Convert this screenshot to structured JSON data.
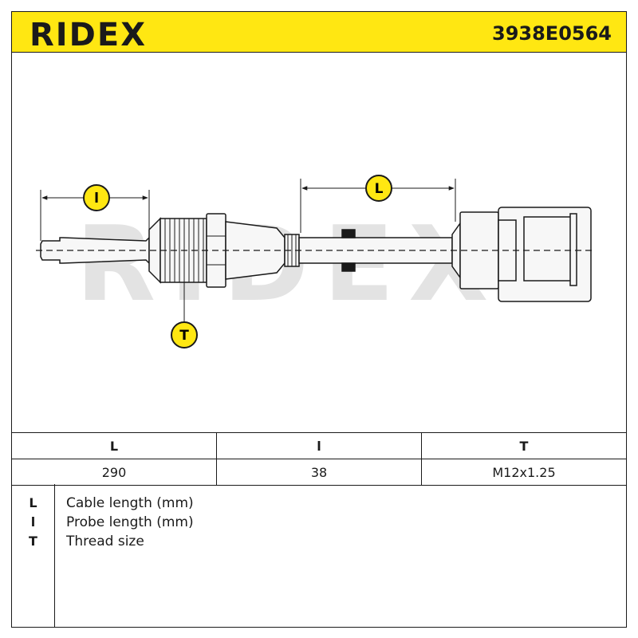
{
  "header": {
    "brand": "RIDEX",
    "part_number": "3938E0564"
  },
  "drawing": {
    "watermark": "RIDEX",
    "markers": {
      "probe": "l",
      "cable": "L",
      "thread": "T"
    }
  },
  "dimensions": {
    "columns": [
      "L",
      "l",
      "T"
    ],
    "values": [
      "290",
      "38",
      "M12x1.25"
    ]
  },
  "legend": [
    {
      "key": "L",
      "text": "Cable length (mm)"
    },
    {
      "key": "l",
      "text": "Probe length (mm)"
    },
    {
      "key": "T",
      "text": "Thread size"
    }
  ],
  "colors": {
    "brand_yellow": "#ffe712",
    "line": "#1a1a1a",
    "part_fill": "#f7f7f7",
    "watermark": "#e3e3e3"
  }
}
